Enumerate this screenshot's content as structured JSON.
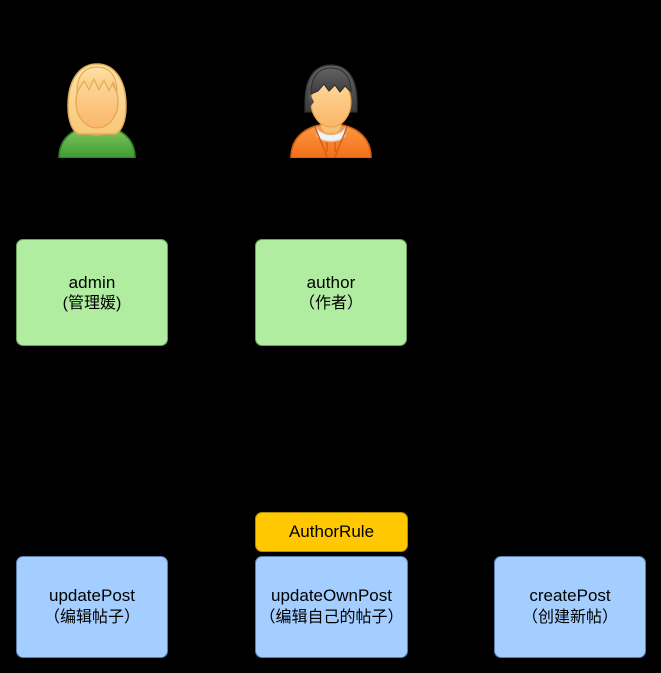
{
  "diagram": {
    "background_color": "#000000",
    "roles": [
      {
        "id": "admin",
        "name": "admin",
        "name_cn": "(管理媛)",
        "avatar_icon": "female-user-avatar-icon",
        "box_color": "#b0eda0"
      },
      {
        "id": "author",
        "name": "author",
        "name_cn": "（作者）",
        "avatar_icon": "male-user-avatar-icon",
        "box_color": "#b0eda0"
      }
    ],
    "rules": [
      {
        "id": "author-rule",
        "label": "AuthorRule",
        "box_color": "#ffc800"
      }
    ],
    "permissions": [
      {
        "id": "update-post",
        "name": "updatePost",
        "name_cn": "（编辑帖子）",
        "box_color": "#a3ceff"
      },
      {
        "id": "update-own-post",
        "name": "updateOwnPost",
        "name_cn": "（编辑自己的帖子）",
        "box_color": "#a3ceff"
      },
      {
        "id": "create-post",
        "name": "createPost",
        "name_cn": "（创建新帖）",
        "box_color": "#a3ceff"
      }
    ]
  }
}
